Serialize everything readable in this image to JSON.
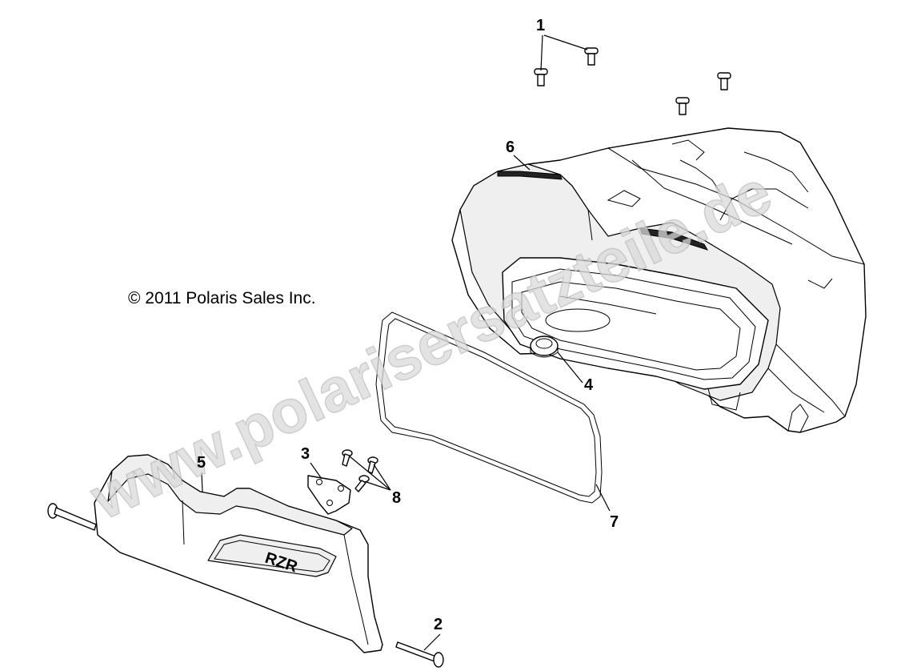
{
  "copyright": "© 2011 Polaris Sales Inc.",
  "watermark": "www.polarisersatzteile.de",
  "callouts": {
    "c1": "1",
    "c2": "2",
    "c3": "3",
    "c4": "4",
    "c5": "5",
    "c6": "6",
    "c7": "7",
    "c8": "8"
  },
  "logo_text": "RZR"
}
